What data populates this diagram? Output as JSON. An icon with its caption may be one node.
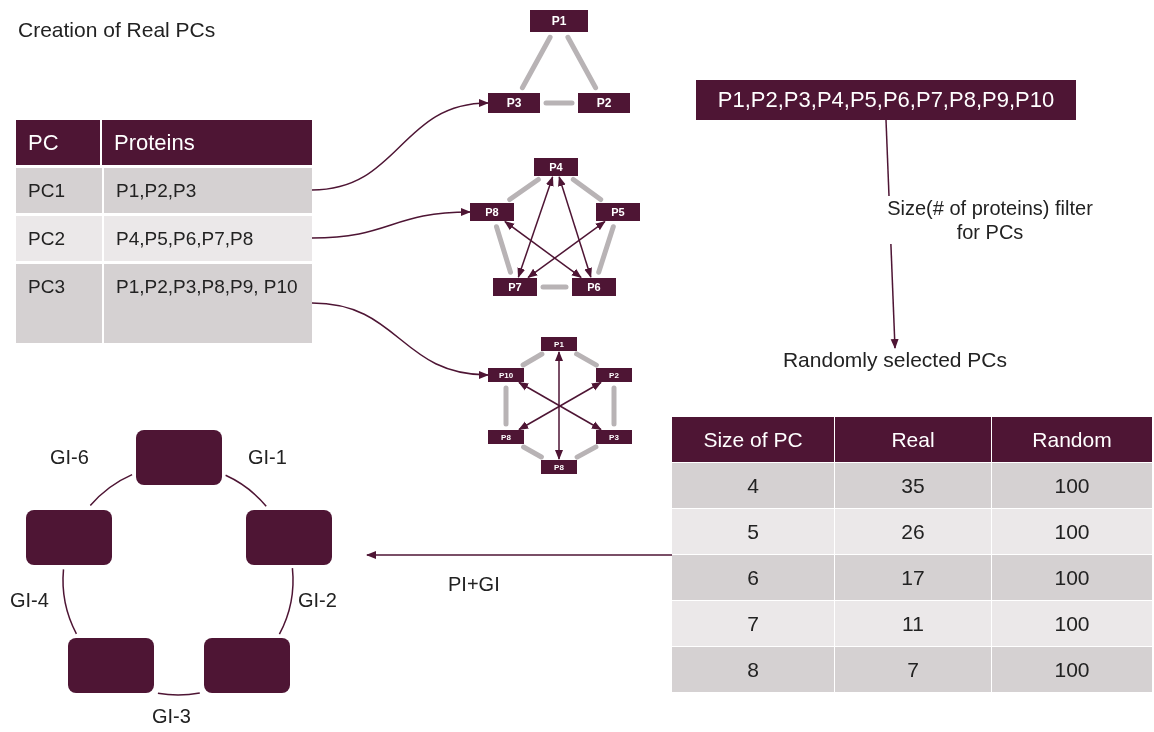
{
  "diagram": {
    "title": "Creation of Real PCs",
    "nodes": [
      {
        "text": [
          "PC",
          "Proteins"
        ]
      },
      {
        "text": [
          "PC1",
          "P1,P2,P3"
        ],
        "in": 0
      },
      {
        "text": [
          "PC2",
          "P4,P5,P6,P7,P8"
        ],
        "in": 0
      },
      {
        "text": [
          "PC3",
          "P1,P2,P3,P8,P9, P10"
        ],
        "in": 0
      },
      {
        "text": [
          "P1"
        ]
      },
      {
        "text": [
          "P3"
        ]
      },
      {
        "text": [
          "P2"
        ]
      },
      {
        "text": [
          "P4"
        ]
      },
      {
        "text": [
          "P8"
        ]
      },
      {
        "text": [
          "P5"
        ]
      },
      {
        "text": [
          "P7"
        ]
      },
      {
        "text": [
          "P6"
        ]
      },
      {
        "text": [
          "P1"
        ]
      },
      {
        "text": [
          "P10"
        ]
      },
      {
        "text": [
          "P2"
        ]
      },
      {
        "text": [
          "P8"
        ]
      },
      {
        "text": [
          "P3"
        ]
      },
      {
        "text": [
          "P8"
        ]
      },
      {
        "text": [
          "P1,P2,P3,P4,P5,P6,P7,P8,P9,P10"
        ]
      },
      {
        "text": [
          "Randomly selected PCs"
        ]
      },
      {
        "text": [
          "Size of PC",
          "Real",
          "Random",
          "4",
          "35",
          "100",
          "5",
          "26",
          "100",
          "6",
          "17",
          "100",
          "7",
          "11",
          "100",
          "8",
          "7",
          "100"
        ]
      },
      {
        "text": [],
        "shape": "box"
      },
      {
        "text": [],
        "shape": "box"
      },
      {
        "text": [],
        "shape": "box"
      },
      {
        "text": [],
        "shape": "box"
      },
      {
        "text": [],
        "shape": "box"
      }
    ],
    "edges": [
      {
        "from": 1,
        "to": 5,
        "arrow": "to"
      },
      {
        "from": 2,
        "to": 8,
        "arrow": "to"
      },
      {
        "from": 3,
        "to": 13,
        "arrow": "to"
      },
      {
        "from": 4,
        "to": 5,
        "arrow": "none",
        "style": "thick",
        "color": "#b8b3b5"
      },
      {
        "from": 4,
        "to": 6,
        "arrow": "none",
        "style": "thick",
        "color": "#b8b3b5"
      },
      {
        "from": 5,
        "to": 6,
        "arrow": "none",
        "style": "thick",
        "color": "#b8b3b5"
      },
      {
        "from": 7,
        "to": 9,
        "arrow": "none",
        "style": "thick",
        "color": "#b8b3b5"
      },
      {
        "from": 9,
        "to": 11,
        "arrow": "none",
        "style": "thick",
        "color": "#b8b3b5"
      },
      {
        "from": 11,
        "to": 10,
        "arrow": "none",
        "style": "thick",
        "color": "#b8b3b5"
      },
      {
        "from": 10,
        "to": 8,
        "arrow": "none",
        "style": "thick",
        "color": "#b8b3b5"
      },
      {
        "from": 8,
        "to": 7,
        "arrow": "none",
        "style": "thick",
        "color": "#b8b3b5"
      },
      {
        "from": 7,
        "to": 10,
        "arrow": "both"
      },
      {
        "from": 7,
        "to": 11,
        "arrow": "both"
      },
      {
        "from": 8,
        "to": 11,
        "arrow": "both"
      },
      {
        "from": 9,
        "to": 10,
        "arrow": "both"
      },
      {
        "from": 12,
        "to": 14,
        "arrow": "none",
        "style": "thick",
        "color": "#b8b3b5"
      },
      {
        "from": 14,
        "to": 16,
        "arrow": "none",
        "style": "thick",
        "color": "#b8b3b5"
      },
      {
        "from": 16,
        "to": 17,
        "arrow": "none",
        "style": "thick",
        "color": "#b8b3b5"
      },
      {
        "from": 17,
        "to": 15,
        "arrow": "none",
        "style": "thick",
        "color": "#b8b3b5"
      },
      {
        "from": 15,
        "to": 13,
        "arrow": "none",
        "style": "thick",
        "color": "#b8b3b5"
      },
      {
        "from": 13,
        "to": 12,
        "arrow": "none",
        "style": "thick",
        "color": "#b8b3b5"
      },
      {
        "from": 12,
        "to": 17,
        "arrow": "both"
      },
      {
        "from": 13,
        "to": 16,
        "arrow": "both"
      },
      {
        "from": 14,
        "to": 15,
        "arrow": "both"
      },
      {
        "from": 18,
        "to": 19,
        "arrow": "to",
        "label": "Size(# of proteins) filter for PCs"
      },
      {
        "from": 20,
        "to": null,
        "arrow": "to",
        "label": "PI+GI"
      },
      {
        "from": 21,
        "to": 23,
        "arrow": "none",
        "label": "GI-1"
      },
      {
        "from": 23,
        "to": 25,
        "arrow": "none",
        "label": "GI-2"
      },
      {
        "from": 25,
        "to": 24,
        "arrow": "none",
        "label": "GI-3"
      },
      {
        "from": 24,
        "to": 22,
        "arrow": "none",
        "label": "GI-4"
      },
      {
        "from": 22,
        "to": 21,
        "arrow": "none",
        "label": "GI-6"
      }
    ]
  }
}
